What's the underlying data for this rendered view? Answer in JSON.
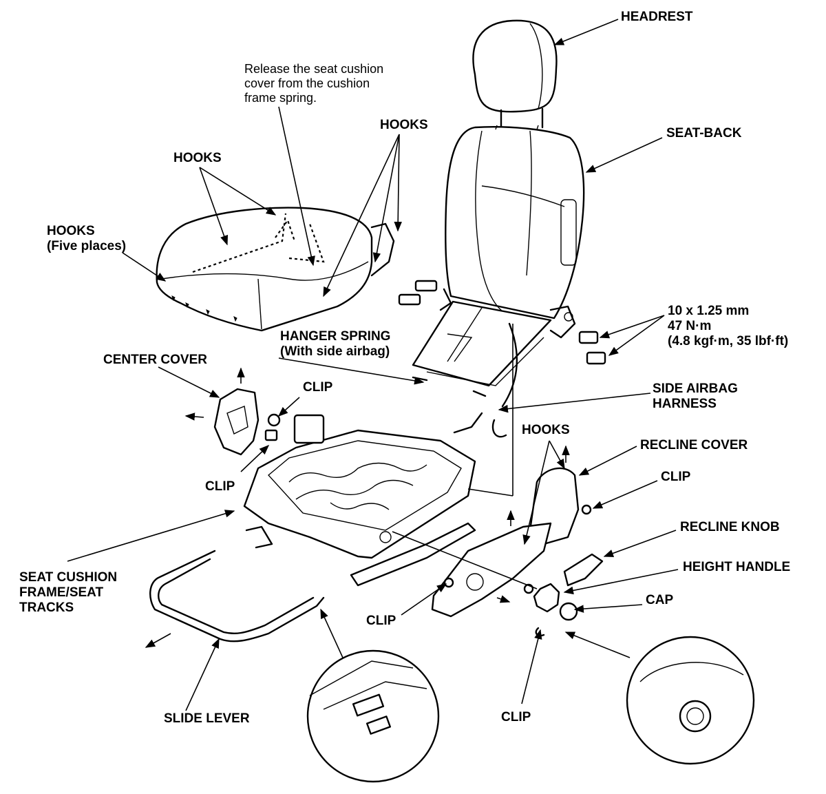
{
  "labels": {
    "headrest": "HEADREST",
    "release_note": "Release the seat cushion\ncover from the cushion\nframe spring.",
    "hooks_right": "HOOKS",
    "hooks_left": "HOOKS",
    "hooks_five": "HOOKS\n(Five places)",
    "seat_back": "SEAT-BACK",
    "bolt_spec": "10 x 1.25 mm\n47 N·m\n(4.8 kgf·m, 35 lbf·ft)",
    "hanger_spring": "HANGER SPRING\n(With side airbag)",
    "center_cover": "CENTER COVER",
    "clip_top": "CLIP",
    "side_airbag_harness": "SIDE AIRBAG\nHARNESS",
    "hooks_recline": "HOOKS",
    "recline_cover": "RECLINE COVER",
    "clip_left": "CLIP",
    "clip_right": "CLIP",
    "recline_knob": "RECLINE KNOB",
    "height_handle": "HEIGHT HANDLE",
    "seat_cushion_frame": "SEAT CUSHION\nFRAME/SEAT\nTRACKS",
    "cap": "CAP",
    "clip_bottom": "CLIP",
    "slide_lever": "SLIDE LEVER",
    "clip_lower": "CLIP"
  }
}
